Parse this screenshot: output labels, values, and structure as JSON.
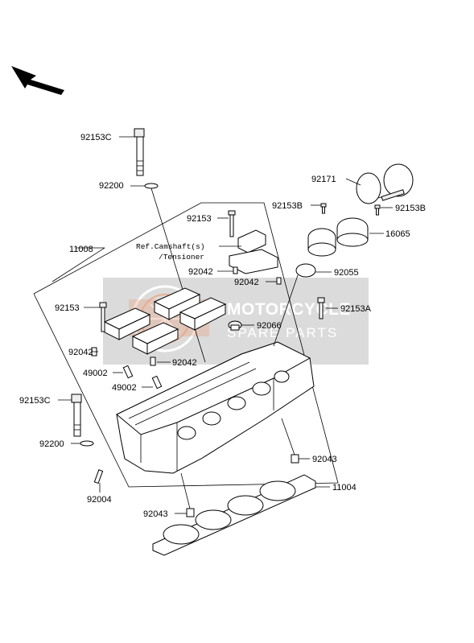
{
  "labels": {
    "p92153C_top": "92153C",
    "p92200_top": "92200",
    "p11008": "11008",
    "p92153_top": "92153",
    "ref_line1": "Ref.Camshaft(s)",
    "ref_line2": "/Tensioner",
    "p92042_a": "92042",
    "p92042_b": "92042",
    "p92153_mid": "92153",
    "p92042_c": "92042",
    "p92042_d": "92042",
    "p49002_a": "49002",
    "p49002_b": "49002",
    "p92153C_bot": "92153C",
    "p92200_bot": "92200",
    "p92004": "92004",
    "p92043_bot": "92043",
    "p92171": "92171",
    "p92153B_left": "92153B",
    "p92153B_right": "92153B",
    "p16065": "16065",
    "p92055": "92055",
    "p92153A": "92153A",
    "p92066": "92066",
    "p92043_right": "92043",
    "p11004": "11004"
  },
  "watermark": {
    "line1": "MOTORCYCLE",
    "line2": "SPARE PARTS",
    "color": "#b0b0b0",
    "accent": "#e8a080"
  },
  "icons": {
    "direction": "front-direction-arrow-icon"
  }
}
